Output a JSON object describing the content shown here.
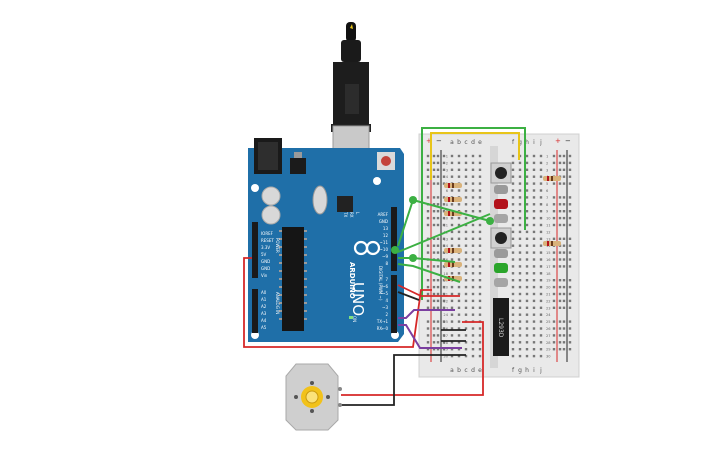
{
  "arduino": {
    "brand": "ARDUINO",
    "model": "UNO",
    "on_label": "ON",
    "tx_label": "TX",
    "rx_label": "RX",
    "l_label": "L",
    "power_header_label": "POWER",
    "analog_header_label": "ANALOG IN",
    "digital_header_label": "DIGITAL (PWM ~)",
    "power_pins": [
      "IOREF",
      "RESET",
      "3.3V",
      "5V",
      "GND",
      "GND",
      "Vin"
    ],
    "analog_pins": [
      "A0",
      "A1",
      "A2",
      "A3",
      "A4",
      "A5"
    ],
    "digital_top_pins": [
      "AREF",
      "GND",
      "13",
      "12",
      "~11",
      "~10",
      "~9",
      "8"
    ],
    "digital_bottom_pins": [
      "7",
      "~6",
      "~5",
      "4",
      "~3",
      "2",
      "TX→1",
      "RX←0"
    ]
  },
  "breadboard": {
    "column_labels_top": [
      "a",
      "b",
      "c",
      "d",
      "e",
      "f",
      "g",
      "h",
      "i",
      "j"
    ],
    "column_labels_bottom": [
      "a",
      "b",
      "c",
      "d",
      "e",
      "f",
      "g",
      "h",
      "i",
      "j"
    ],
    "rail_plus": "+",
    "rail_minus": "−",
    "row_numbers": [
      "1",
      "2",
      "3",
      "4",
      "5",
      "6",
      "7",
      "8",
      "9",
      "10",
      "11",
      "12",
      "13",
      "14",
      "15",
      "16",
      "17",
      "18",
      "19",
      "20",
      "21",
      "22",
      "23",
      "24",
      "25",
      "26",
      "27",
      "28",
      "29",
      "30"
    ]
  },
  "chip": {
    "label": "L293D"
  },
  "colors": {
    "board": "#1f6fa8",
    "breadboard": "#e9e9e9",
    "wire_red": "#d62828",
    "wire_black": "#222222",
    "wire_green": "#3cb043",
    "wire_yellow": "#e8c51a",
    "wire_purple": "#7b3fa0",
    "led_red": "#b3121b",
    "led_green": "#2aa52a",
    "motor_body": "#cfcfcf",
    "motor_shaft": "#f2c21a"
  }
}
